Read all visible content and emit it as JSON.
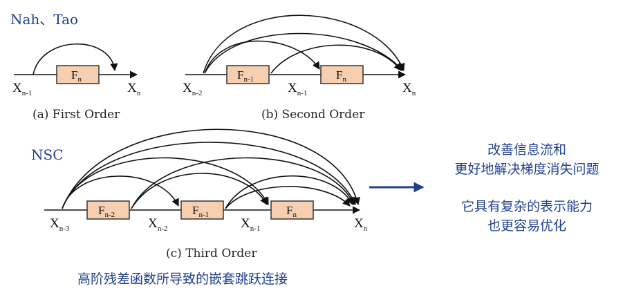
{
  "headings": {
    "top": "Nah、Tao",
    "mid": "NSC"
  },
  "captions": {
    "a": "(a) First Order",
    "b": "(b) Second Order",
    "c": "(c) Third Order"
  },
  "bottom_caption": "高阶残差函数所导致的嵌套跳跃连接",
  "notes": {
    "line1": "改善信息流和",
    "line2": "更好地解决梯度消失问题",
    "line3": "它具有复杂的表示能力",
    "line4": "也更容易优化"
  },
  "diagram_a": {
    "input": {
      "base": "X",
      "sub": "n-1"
    },
    "output": {
      "base": "X",
      "sub": "n"
    },
    "box": {
      "base": "F",
      "sub": "n"
    }
  },
  "diagram_b": {
    "input": {
      "base": "X",
      "sub": "n-2"
    },
    "mid": {
      "base": "X",
      "sub": "n-1"
    },
    "output": {
      "base": "X",
      "sub": "n"
    },
    "box1": {
      "base": "F",
      "sub": "n-1"
    },
    "box2": {
      "base": "F",
      "sub": "n"
    }
  },
  "diagram_c": {
    "input": {
      "base": "X",
      "sub": "n-3"
    },
    "mid1": {
      "base": "X",
      "sub": "n-2"
    },
    "mid2": {
      "base": "X",
      "sub": "n-1"
    },
    "output": {
      "base": "X",
      "sub": "n"
    },
    "box1": {
      "base": "F",
      "sub": "n-2"
    },
    "box2": {
      "base": "F",
      "sub": "n-1"
    },
    "box3": {
      "base": "F",
      "sub": "n"
    }
  },
  "colors": {
    "box_fill": "#f6cfb0",
    "box_stroke": "#333333",
    "accent_blue": "#1f3f8f",
    "line": "#111111"
  }
}
